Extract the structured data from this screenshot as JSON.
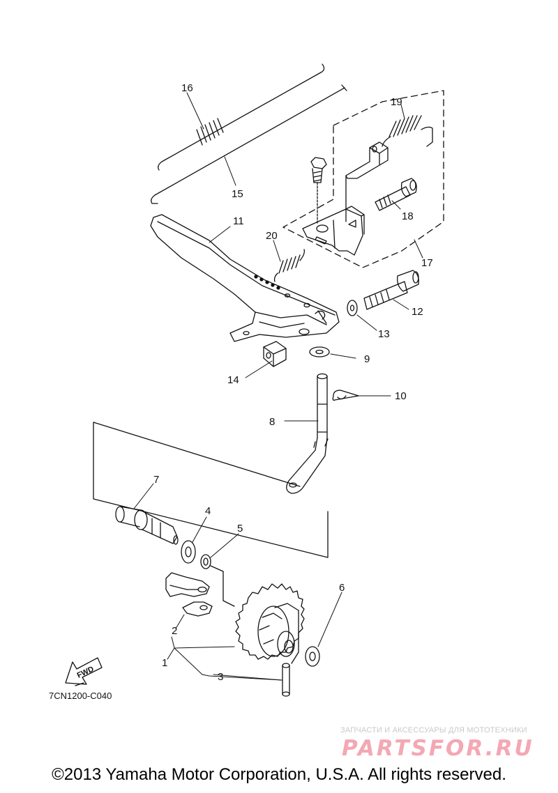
{
  "diagram": {
    "part_callouts": [
      "1",
      "2",
      "3",
      "4",
      "5",
      "6",
      "7",
      "8",
      "9",
      "10",
      "11",
      "12",
      "13",
      "14",
      "15",
      "16",
      "17",
      "18",
      "19",
      "20"
    ],
    "diagram_code": "7CN1200-C040",
    "fwd_label": "FWD"
  },
  "watermark": {
    "tagline": "ЗАПЧАСТИ И АКСЕССУАРЫ ДЛЯ МОТОТЕХНИКИ",
    "logo_text": "PARTSFOR.RU"
  },
  "footer": {
    "copyright": "©2013 Yamaha Motor Corporation, U.S.A. All rights reserved."
  }
}
